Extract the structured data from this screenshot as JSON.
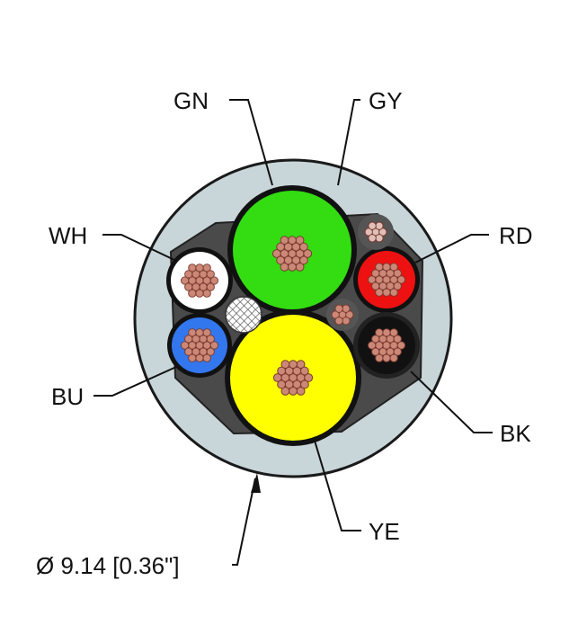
{
  "labels": {
    "gn": "GN",
    "gy": "GY",
    "wh": "WH",
    "rd": "RD",
    "bu": "BU",
    "bk": "BK",
    "ye": "YE",
    "diameter": "Ø 9.14 [0.36\"]"
  },
  "colors": {
    "jacket": "#c8d5d9",
    "outline": "#1a1a1a",
    "filler": "#4a4a4a",
    "green": "#33dd11",
    "yellow": "#ffff00",
    "white": "#ffffff",
    "blue": "#3377ee",
    "red": "#ee1111",
    "black": "#111111",
    "copper": "#cc8877",
    "copper_edge": "#7a3a30",
    "tinned": "#e0c0b8"
  },
  "icons": {
    "braid": "braided-shield-icon",
    "conductor": "stranded-conductor-icon"
  }
}
